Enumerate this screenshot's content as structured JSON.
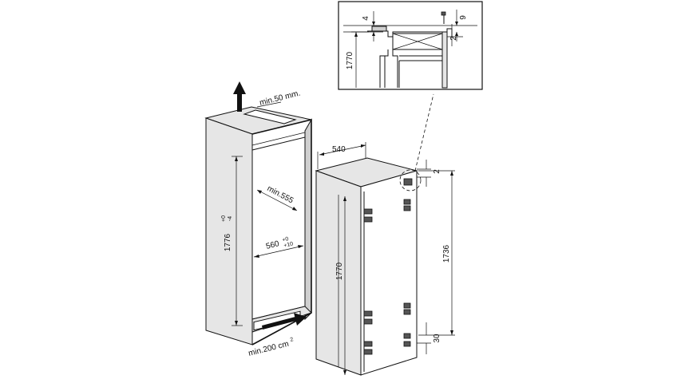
{
  "detail_inset": {
    "dim_4": "4",
    "dim_9": "9",
    "dim_2": "2",
    "dim_1770": "1770"
  },
  "niche": {
    "min_50_mm": "min.50 mm.",
    "height_nominal": "1776",
    "height_tol_upper": "+0",
    "height_tol_lower": "-4",
    "depth": "min.555",
    "width_nominal": "560",
    "width_tol_upper": "+0",
    "width_tol_lower": "+10",
    "min_vent_area": "min.200 cm",
    "min_vent_area_sup": "2"
  },
  "appliance": {
    "depth_540": "540",
    "gap_2": "2",
    "height_1770": "1770",
    "height_1736": "1736",
    "dim_30": "30"
  }
}
